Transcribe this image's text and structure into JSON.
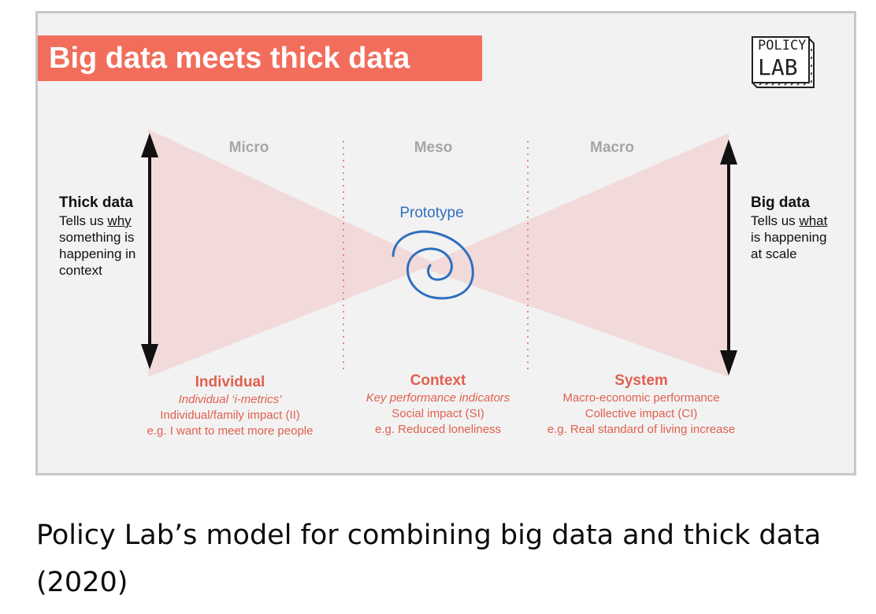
{
  "title": "Big data meets thick data",
  "logo": {
    "top_word": "POLICY",
    "bottom_word": "LAB"
  },
  "columns": {
    "micro": "Micro",
    "meso": "Meso",
    "macro": "Macro"
  },
  "prototype": "Prototype",
  "thick_data": {
    "heading": "Thick data",
    "line1_prefix": "Tells us ",
    "line1_underlined": "why",
    "line2": "something is",
    "line3": "happening in",
    "line4": "context"
  },
  "big_data": {
    "heading": "Big data",
    "line1_prefix": "Tells us ",
    "line1_underlined": "what",
    "line2": "is happening",
    "line3": "at scale"
  },
  "bottom": {
    "individual": {
      "heading": "Individual",
      "line1": "Individual ‘i-metrics’",
      "line2": "Individual/family impact (II)",
      "line3": "e.g. I want to meet more people"
    },
    "context": {
      "heading": "Context",
      "line1": "Key performance indicators",
      "line2": "Social impact (SI)",
      "line3": "e.g. Reduced loneliness"
    },
    "system": {
      "heading": "System",
      "line1": "Macro-economic performance",
      "line2": "Collective impact (CI)",
      "line3": "e.g. Real standard of living increase"
    }
  },
  "caption": "Policy Lab’s model for combining big data and thick data (2020)",
  "colors": {
    "accent": "#f26d5b",
    "funnel": "#f2d6d6",
    "divider": "#e8857a",
    "prototype": "#2f6fbf",
    "bottom_text": "#e0604f",
    "column_head": "#a6a6a6"
  },
  "icons": [
    "double-arrow-icon",
    "spiral-icon",
    "policy-lab-logo"
  ]
}
